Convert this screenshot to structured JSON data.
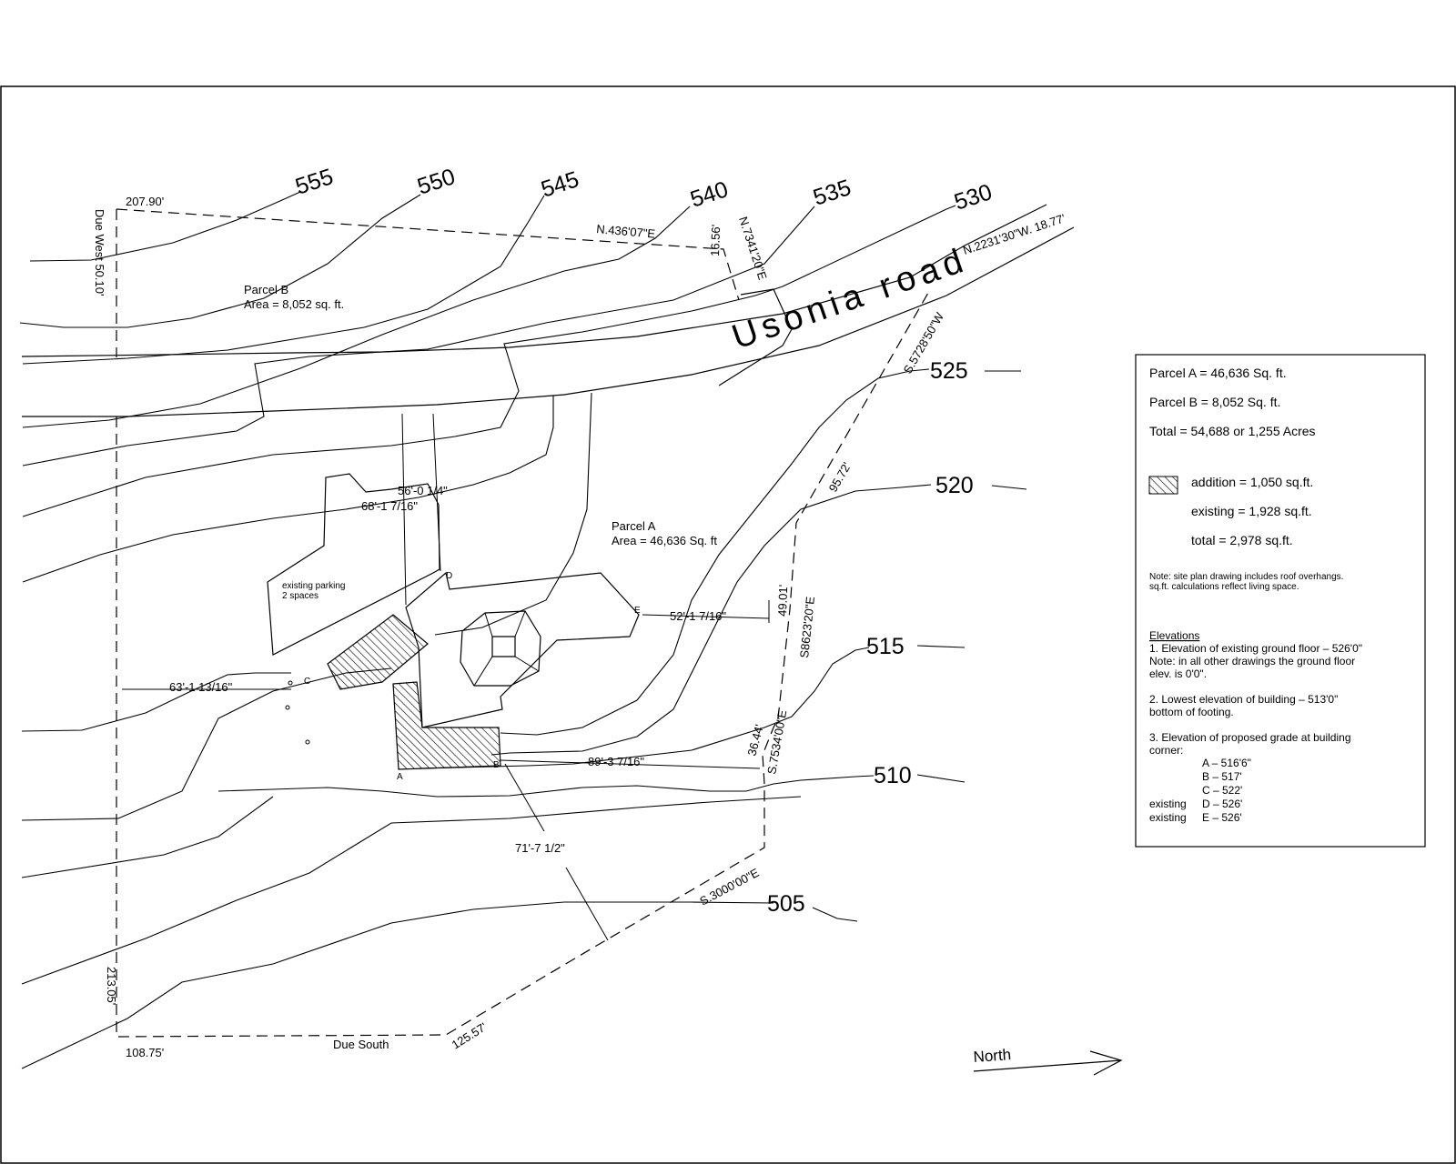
{
  "contour_labels": [
    "555",
    "550",
    "545",
    "540",
    "535",
    "530",
    "525",
    "520",
    "515",
    "510",
    "505"
  ],
  "road_label": "Usonia road",
  "bearings": {
    "top_dist": "207.90'",
    "west": "Due West 50.10'",
    "north_top": "N.436'07\"E",
    "nne_1": "N.7341'20\"E",
    "nne_1_dist": "16.56'",
    "road_bearing": "N.2231'30\"W. 18.77'",
    "s57": "S.5728'50\"W",
    "d9572": "95.72'",
    "d4901": "49.01'",
    "s86": "S8623'20\"E",
    "s75": "S.7534'00\"E",
    "d3644": "36.44'",
    "s30": "S.3000'00\"E",
    "d12557": "125.57'",
    "d21305": "213.05'",
    "d10875": "108.75'",
    "due_south": "Due South"
  },
  "parcel_b": {
    "name": "Parcel B",
    "area": "Area = 8,052 sq. ft."
  },
  "parcel_a": {
    "name": "Parcel A",
    "area": "Area = 46,636 Sq. ft"
  },
  "parking": {
    "line1": "existing parking",
    "line2": "2 spaces"
  },
  "dimensions": {
    "d1": "56'-0 1/4\"",
    "d2": "68'-1 7/16\"",
    "d3": "52'-1 7/16\"",
    "d4": "63'-1 13/16\"",
    "d5": "89'-3 7/16\"",
    "d6": "71'-7 1/2\""
  },
  "corners": {
    "a": "A",
    "b": "B",
    "c": "C",
    "d": "D",
    "e": "E"
  },
  "north": "North",
  "legend": {
    "parcel_a": "Parcel A = 46,636 Sq. ft.",
    "parcel_b": "Parcel B = 8,052 Sq. ft.",
    "total": "Total = 54,688 or 1,255 Acres",
    "addition": "addition = 1,050 sq.ft.",
    "existing": "existing = 1,928 sq.ft.",
    "total_sqft": "total = 2,978 sq.ft.",
    "note_1": "Note: site plan drawing includes roof overhangs.",
    "note_2": "sq.ft. calculations reflect living space.",
    "elev_title": "Elevations",
    "e1": "1. Elevation of existing ground floor – 526'0\"",
    "e1b": "Note: in all other drawings the ground floor",
    "e1c": "elev. is 0'0\".",
    "e2": "2. Lowest elevation of building – 513'0\"",
    "e2b": "bottom of footing.",
    "e3": "3. Elevation of proposed grade at building",
    "e3b": "corner:",
    "ga": "A – 516'6\"",
    "gb": "B – 517'",
    "gc": "C – 522'",
    "gd_prefix": "existing",
    "gd": "D – 526'",
    "ge_prefix": "existing",
    "ge": "E – 526'"
  }
}
